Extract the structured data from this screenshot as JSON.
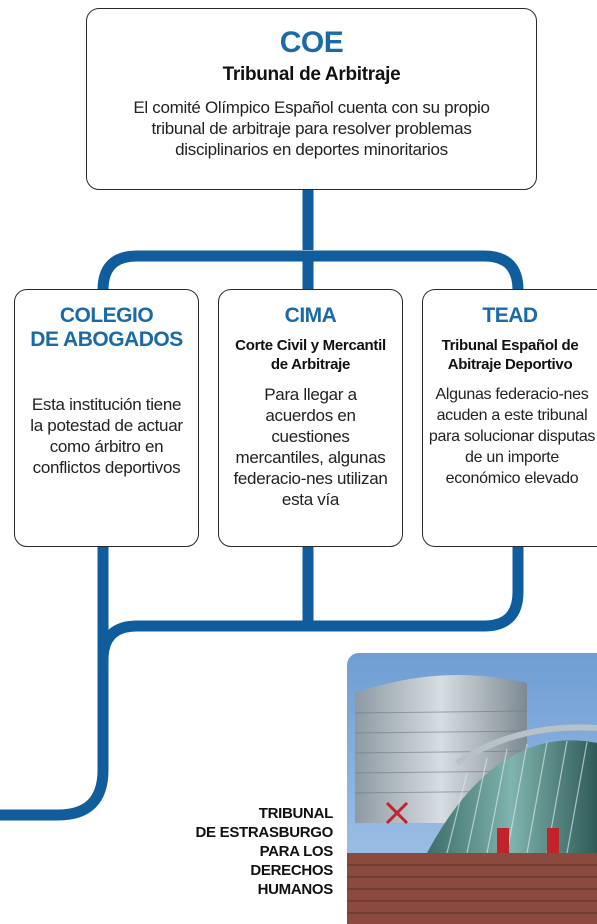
{
  "colors": {
    "line": "#0f5d9c",
    "title": "#1b6aa8"
  },
  "top": {
    "title": "COE",
    "subtitle": "Tribunal de Arbitraje",
    "description": "El comité Olímpico Español cuenta con su propio tribunal de arbitraje para resolver problemas disciplinarios en deportes minoritarios"
  },
  "boxes": [
    {
      "title": "COLEGIO\nDE ABOGADOS",
      "subtitle": "",
      "description": "Esta institución tiene la potestad de actuar como árbitro en conflictos deportivos"
    },
    {
      "title": "CIMA",
      "subtitle": "Corte Civil y Mercantil de Arbitraje",
      "description": "Para llegar a acuerdos en cuestiones mercantiles, algunas federacio-nes utilizan esta vía"
    },
    {
      "title": "TEAD",
      "subtitle": "Tribunal Español de Abitraje Deportivo",
      "description": "Algunas federacio-nes acuden a este tribunal para solucionar disputas de un importe económico elevado"
    }
  ],
  "photo": {
    "caption": "TRIBUNAL\nDE ESTRASBURGO\nPARA LOS\nDERECHOS\nHUMANOS"
  }
}
